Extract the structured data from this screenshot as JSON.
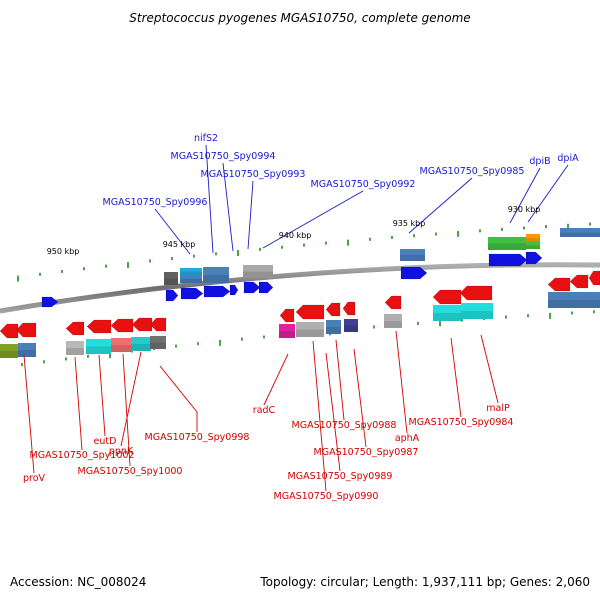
{
  "title": "Streptococcus pyogenes MGAS10750, complete genome",
  "footer": {
    "accession": "Accession: NC_008024",
    "topology": "Topology: circular; Length: 1,937,111 bp; Genes: 2,060"
  },
  "colors": {
    "forward_gene": "#1010e0",
    "reverse_gene": "#e81010",
    "top_label": "#1a1acc",
    "bottom_label": "#d40000",
    "backbone": "#808080",
    "tick": "#1e8c1e"
  },
  "kbp_ticks": [
    "950 kbp",
    "945 kbp",
    "940 kbp",
    "935 kbp",
    "930 kbp"
  ],
  "top_labels": [
    "nifS2",
    "MGAS10750_Spy0994",
    "MGAS10750_Spy0993",
    "MGAS10750_Spy0992",
    "MGAS10750_Spy0996",
    "MGAS10750_Spy0985",
    "dpiB",
    "dpiA"
  ],
  "bottom_labels": [
    "proV",
    "MGAS10750_Spy1002",
    "eutD",
    "MGAS10750_Spy1000",
    "ppnK",
    "MGAS10750_Spy0998",
    "radC",
    "MGAS10750_Spy0988",
    "MGAS10750_Spy0987",
    "MGAS10750_Spy0989",
    "MGAS10750_Spy0990",
    "aphA",
    "MGAS10750_Spy0984",
    "malP"
  ]
}
